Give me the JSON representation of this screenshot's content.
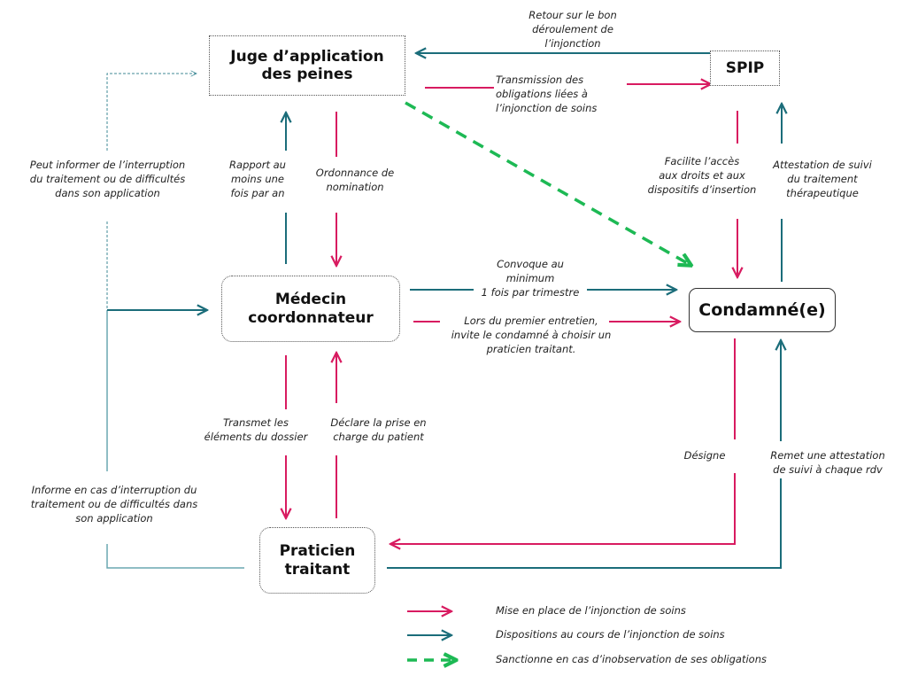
{
  "colors": {
    "setup": "#d81b60",
    "during": "#1b6d7a",
    "sanction": "#1db954",
    "info_dotted": "#3f8a96",
    "info_solid": "#6aa7b0"
  },
  "nodes": {
    "jap": "Juge d’application\ndes peines",
    "spip": "SPIP",
    "medecin": "Médecin\ncoordonnateur",
    "condamne": "Condamné(e)",
    "praticien": "Praticien\ntraitant"
  },
  "labels": {
    "retour": "Retour sur le bon\ndéroulement  de\nl’injonction",
    "transmission": "Transmission  des\nobligations liées à\nl’injonction  de soins",
    "peut_informer": "Peut informer  de l’interruption\ndu traitement  ou de difficultés\ndans son application",
    "rapport": "Rapport au\nmoins une\nfois par an",
    "ordonnance": "Ordonnance de\nnomination",
    "facilite": "Facilite l’accès\naux droits et aux\ndispositifs d’insertion",
    "attestation_suivi": "Attestation  de suivi\ndu traitement\nthérapeutique",
    "convoque": "Convoque au\nminimum\n1 fois par trimestre",
    "premier_entretien": "Lors du premier  entretien,\ninvite le condamné à choisir un\npraticien  traitant.",
    "transmet": "Transmet  les\néléments  du dossier",
    "declare": "Déclare  la prise en\ncharge du patient",
    "designe": "Désigne",
    "remet": "Remet  une attestation\nde suivi à chaque rdv",
    "informe": "Informe en cas d’interruption  du\ntraitement  ou de difficultés dans\nson application"
  },
  "legend": [
    {
      "type": "setup",
      "label": "Mise en place de l’injonction de soins"
    },
    {
      "type": "during",
      "label": "Dispositions au cours de l’injonction de soins"
    },
    {
      "type": "sanction",
      "label": "Sanctionne en cas d’inobservation de ses obligations"
    }
  ]
}
